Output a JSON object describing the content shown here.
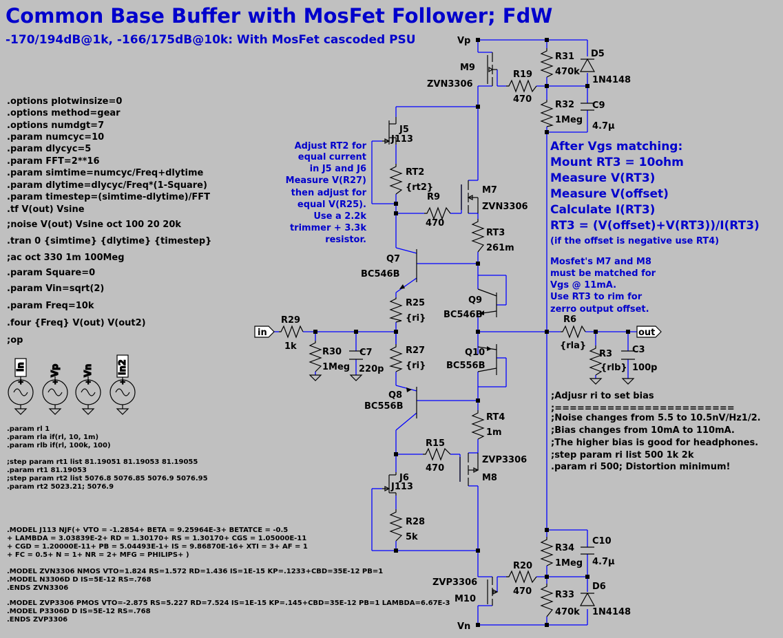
{
  "title": "Common Base Buffer with MosFet Follower; FdW",
  "subtitle": "-170/194dB@1k, -166/175dB@10k: With MosFet cascoded PSU",
  "directives": [
    ".options plotwinsize=0",
    ".options method=gear",
    ".options numdgt=7",
    ".param numcyc=10",
    ".param dlycyc=5",
    ".param FFT=2**16",
    ".param simtime=numcyc/Freq+dlytime",
    ".param dlytime=dlycyc/Freq*(1-Square)",
    ".param timestep=(simtime-dlytime)/FFT",
    ".tf V(out) Vsine",
    ";noise V(out) Vsine oct 100 20 20k",
    ".tran 0 {simtime} {dlytime} {timestep}",
    ";ac oct 330 1m 100Meg",
    ".param Square=0",
    ".param Vin=sqrt(2)",
    ".param Freq=10k",
    ".four {Freq} V(out) V(out2)",
    ";op"
  ],
  "params_small": [
    ".param rl 1",
    ".param rla if(rl, 10, 1m)",
    ".param rlb if(rl, 100k, 100)"
  ],
  "steps_small": [
    ";step param rt1 list  81.19051  81.19053  81.19055",
    ".param rt1 81.19053",
    ";step param rt2 list 5076.8 5076.85 5076.9 5076.95",
    ".param rt2 5023.21; 5076.9"
  ],
  "models_j113": [
    ".MODEL J113 NJF(+ VTO = -1.2854+ BETA = 9.25964E-3+ BETATCE = -0.5",
    "+ LAMBDA = 3.03839E-2+ RD = 1.30170+ RS = 1.30170+ CGS = 1.05000E-11",
    "+ CGD = 1.20000E-11+ PB = 5.04493E-1+ IS = 9.86870E-16+ XTI = 3+ AF = 1",
    "+ FC = 0.5+ N = 1+ NR = 2+ MFG = PHILIPS+ )"
  ],
  "models_zvn": [
    ".MODEL ZVN3306 NMOS VTO=1.824 RS=1.572 RD=1.436 IS=1E-15 KP=.1233+CBD=35E-12 PB=1",
    ".MODEL N3306D D IS=5E-12 RS=.768",
    ".ENDS ZVN3306"
  ],
  "models_zvp": [
    ".MODEL ZVP3306 PMOS VTO=-2.875 RS=5.227 RD=7.524 IS=1E-15 KP=.145+CBD=35E-12 PB=1 LAMBDA=6.67E-3",
    ".MODEL P3306D D IS=5E-12 RS=.768",
    ".ENDS ZVP3306"
  ],
  "sources": [
    "in",
    "Vp",
    "Vn",
    "in2"
  ],
  "rt2_note": [
    "Adjust RT2 for",
    "equal current",
    "in J5 and J6",
    "Measure V(R27)",
    "then adjust for",
    "equal V(R25).",
    "Use a 2.2k",
    "trimmer + 3.3k",
    "resistor."
  ],
  "vgs_note": [
    "After Vgs matching:",
    "Mount RT3 = 10ohm",
    "Measure V(RT3)",
    "Measure V(offset)",
    "Calculate I(RT3)",
    "RT3 = (V(offset)+V(RT3))/I(RT3)"
  ],
  "vgs_note_small": "(if the offset is negative use RT4)",
  "match_note": [
    "Mosfet's M7 and M8",
    "must be matched for",
    "Vgs @ 11mA.",
    "Use RT3 to rim for",
    "zerro output offset."
  ],
  "bias_notes": [
    ";Adjusr ri to set bias",
    ";========================",
    ";Noise changes from 5.5 to 10.5nV/Hz1/2.",
    ";Bias changes from 10mA to 110mA.",
    ";The higher bias is good for headphones.",
    ";step param ri list 500 1k 2k",
    ".param ri 500; Distortion minimum!"
  ],
  "nets": {
    "vp": "Vp",
    "vn": "Vn",
    "in": "in",
    "out": "out"
  },
  "components": {
    "R31": {
      "name": "R31",
      "value": "470k"
    },
    "D5": {
      "name": "D5",
      "value": "1N4148"
    },
    "M9": {
      "name": "M9",
      "value": "ZVN3306"
    },
    "R19": {
      "name": "R19",
      "value": "470"
    },
    "R32": {
      "name": "R32",
      "value": "1Meg"
    },
    "C9": {
      "name": "C9",
      "value": "4.7µ"
    },
    "J5": {
      "name": "J5",
      "value": "J113"
    },
    "RT2": {
      "name": "RT2",
      "value": "{rt2}"
    },
    "M7": {
      "name": "M7",
      "value": "ZVN3306"
    },
    "R9": {
      "name": "R9",
      "value": "470"
    },
    "RT3": {
      "name": "RT3",
      "value": "261m"
    },
    "Q7": {
      "name": "Q7",
      "value": "BC546B"
    },
    "Q9": {
      "name": "Q9",
      "value": "BC546B"
    },
    "R25": {
      "name": "R25",
      "value": "{ri}"
    },
    "R29": {
      "name": "R29",
      "value": "1k"
    },
    "R30": {
      "name": "R30",
      "value": "1Meg"
    },
    "C7": {
      "name": "C7",
      "value": "220p"
    },
    "R27": {
      "name": "R27",
      "value": "{ri}"
    },
    "Q10": {
      "name": "Q10",
      "value": "BC556B"
    },
    "R6": {
      "name": "R6",
      "value": "{rla}"
    },
    "R3": {
      "name": "R3",
      "value": "{rlb}"
    },
    "C3": {
      "name": "C3",
      "value": "100p"
    },
    "Q8": {
      "name": "Q8",
      "value": "BC556B"
    },
    "RT4": {
      "name": "RT4",
      "value": "1m"
    },
    "R15": {
      "name": "R15",
      "value": "470"
    },
    "M8": {
      "name": "M8",
      "value": "ZVP3306"
    },
    "J6": {
      "name": "J6",
      "value": "J113"
    },
    "R28": {
      "name": "R28",
      "value": "5k"
    },
    "R34": {
      "name": "R34",
      "value": "1Meg"
    },
    "C10": {
      "name": "C10",
      "value": "4.7µ"
    },
    "R20": {
      "name": "R20",
      "value": "470"
    },
    "M10": {
      "name": "M10",
      "value": "ZVP3306"
    },
    "R33": {
      "name": "R33",
      "value": "470k"
    },
    "D6": {
      "name": "D6",
      "value": "1N4148"
    }
  }
}
